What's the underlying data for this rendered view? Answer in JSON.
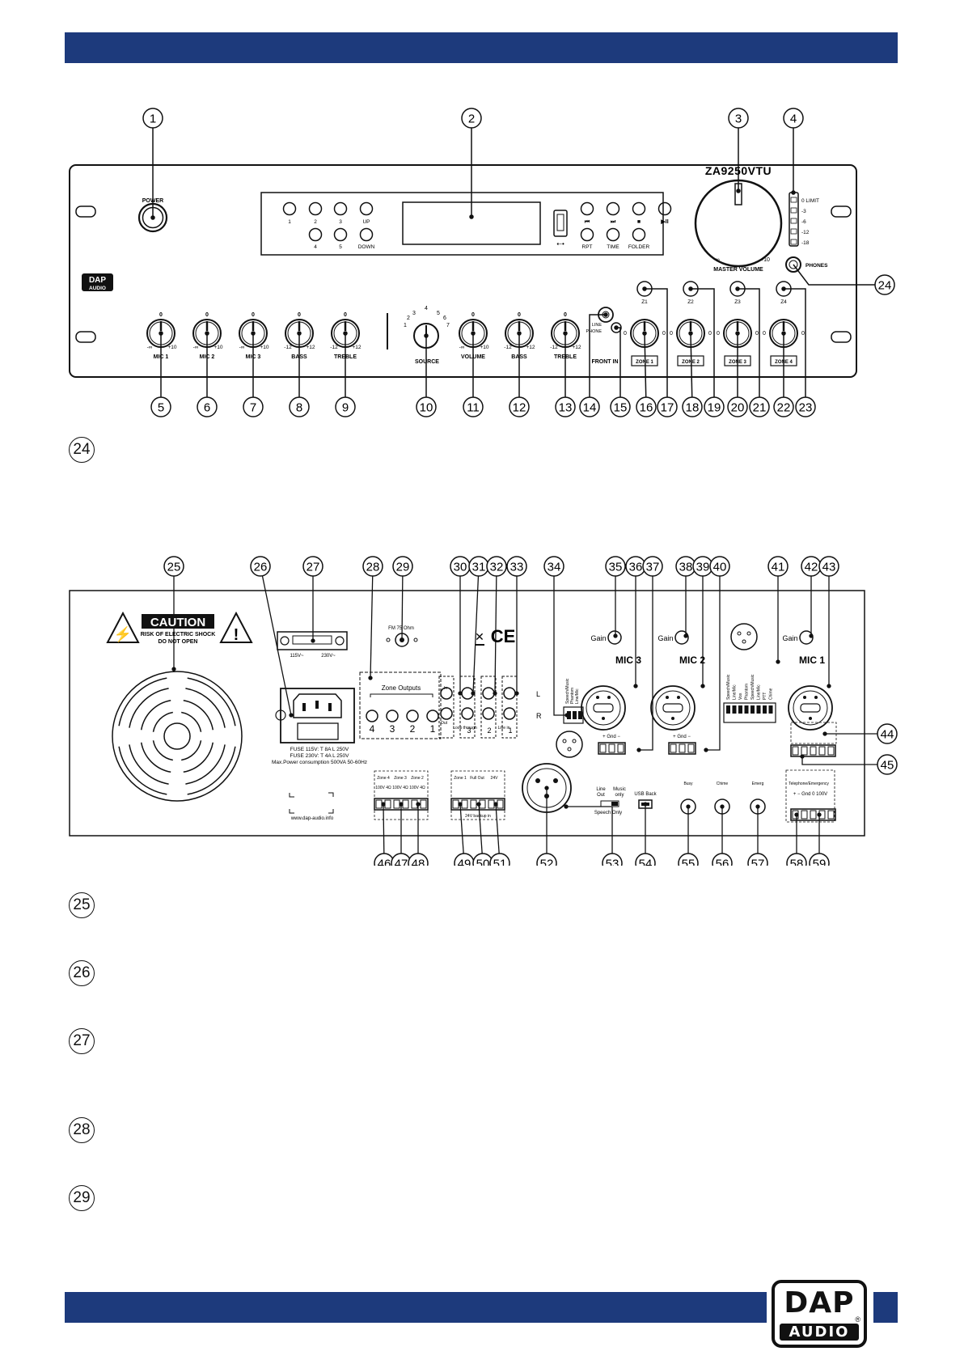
{
  "front_panel": {
    "model": "ZA9250VTU",
    "power_label": "POWER",
    "master_volume_label": "MASTER VOLUME",
    "master_min": "-∞",
    "master_max": "+10",
    "phones_label": "PHONES",
    "level_meter": [
      "0 LIMIT",
      "-3",
      "-6",
      "-12",
      "-18"
    ],
    "preset_buttons_top": [
      "1",
      "2",
      "3",
      "UP"
    ],
    "preset_buttons_bottom": [
      "4",
      "5",
      "DOWN"
    ],
    "player_buttons_top": [
      "⏮",
      "⏭",
      "■",
      "▶II"
    ],
    "player_buttons_bottom": [
      "RPT",
      "TIME",
      "FOLDER"
    ],
    "knobs": [
      {
        "label": "MIC 1",
        "top": "0",
        "left": "-∞",
        "right": "+10"
      },
      {
        "label": "MIC 2",
        "top": "0",
        "left": "-∞",
        "right": "+10"
      },
      {
        "label": "MIC 3",
        "top": "0",
        "left": "-∞",
        "right": "+10"
      },
      {
        "label": "BASS",
        "top": "0",
        "left": "-12",
        "right": "+12"
      },
      {
        "label": "TREBLE",
        "top": "0",
        "left": "-12",
        "right": "+12"
      }
    ],
    "source_label": "SOURCE",
    "source_positions": [
      "1",
      "2",
      "3",
      "4",
      "5",
      "6",
      "7"
    ],
    "knobs2": [
      {
        "label": "VOLUME",
        "top": "0",
        "left": "-∞",
        "right": "+10"
      },
      {
        "label": "BASS",
        "top": "0",
        "left": "-12",
        "right": "+12"
      },
      {
        "label": "TREBLE",
        "top": "0",
        "left": "-12",
        "right": "+12"
      }
    ],
    "front_in_label": "FRONT IN",
    "line_label": "LINE",
    "phone_label": "PHONE",
    "zone_buttons": [
      "Z1",
      "Z2",
      "Z3",
      "Z4"
    ],
    "zone_knobs": [
      "ZONE 1",
      "ZONE 2",
      "ZONE 3",
      "ZONE 4"
    ],
    "zone_knob_end": "0",
    "brand_top": "DAP",
    "brand_bottom": "AUDIO"
  },
  "front_callouts_top": [
    "1",
    "2",
    "3",
    "4"
  ],
  "front_callouts_right": "24",
  "front_callouts_bottom": [
    "5",
    "6",
    "7",
    "8",
    "9",
    "10",
    "11",
    "12",
    "13",
    "14",
    "15",
    "16",
    "17",
    "18",
    "19",
    "20",
    "21",
    "22",
    "23"
  ],
  "rear_callouts_top": [
    "25",
    "26",
    "27",
    "28",
    "29",
    "30",
    "31",
    "32",
    "33",
    "34",
    "35",
    "36",
    "37",
    "38",
    "39",
    "40",
    "41",
    "42",
    "43"
  ],
  "rear_callouts_right": [
    "44",
    "45"
  ],
  "rear_callouts_bottom": [
    "46",
    "47",
    "48",
    "49",
    "50",
    "51",
    "52",
    "53",
    "54",
    "55",
    "56",
    "57",
    "58",
    "59"
  ],
  "rear_panel": {
    "caution_title": "CAUTION",
    "caution_line1": "RISK OF ELECTRIC SHOCK",
    "caution_line2": "DO NOT OPEN",
    "voltage_115": "115V~",
    "voltage_230": "230V~",
    "fm_label": "FM 75 Ohm",
    "fuse_line1": "FUSE 115V: T 8A L 250V",
    "fuse_line2": "FUSE 230V: T 4A L 250V",
    "fuse_line3": "Max.Power consumption 500VA 50-60Hz",
    "website": "www.dap-audio.info",
    "zone_outputs_label": "Zone Outputs",
    "zone_output_numbers": [
      "4",
      "3",
      "2",
      "1"
    ],
    "in_label": "In",
    "out_label": "Out",
    "loop_label": "Loop through",
    "in3_label": "3",
    "line_in_label": "Line in",
    "in2_label": "2",
    "in1_label": "1",
    "l_label": "L",
    "r_label": "R",
    "mic_labels": [
      "MIC 3",
      "MIC 2",
      "MIC 1"
    ],
    "gain_label": "Gain",
    "gnd_label": "+ Gnd −",
    "dip_options": [
      "Speech/Music",
      "Phantom",
      "Line/Mic"
    ],
    "dip8_options": [
      "Speech/Music",
      "Line/Mic",
      "Vox",
      "Phantom",
      "Speech/Music",
      "Line/Mic",
      "PTT",
      "Chime"
    ],
    "zone_speaker_labels": [
      "Zone 4",
      "Zone 3",
      "Zone 2"
    ],
    "zone_speaker_values": "100V 4Ω",
    "zone1_label": "Zone 1",
    "out_speaker_labels": [
      "Zone 1",
      "Full Out",
      "24V"
    ],
    "backup_label": "24V backup in",
    "switch_label1": "Line",
    "switch_label2": "Out",
    "switch_label3": "Music",
    "switch_label4": "only",
    "speech_only": "Speech Only",
    "usb_label": "USB Back",
    "jack_labels": [
      "Busy",
      "Chime",
      "Emerg"
    ],
    "telephone_label": "Telephone/Emergency",
    "telephone_terms": "+ − Gnd 0 100V"
  },
  "descriptions_front": [
    "24"
  ],
  "descriptions_rear": [
    "25",
    "26",
    "27",
    "28",
    "29"
  ]
}
